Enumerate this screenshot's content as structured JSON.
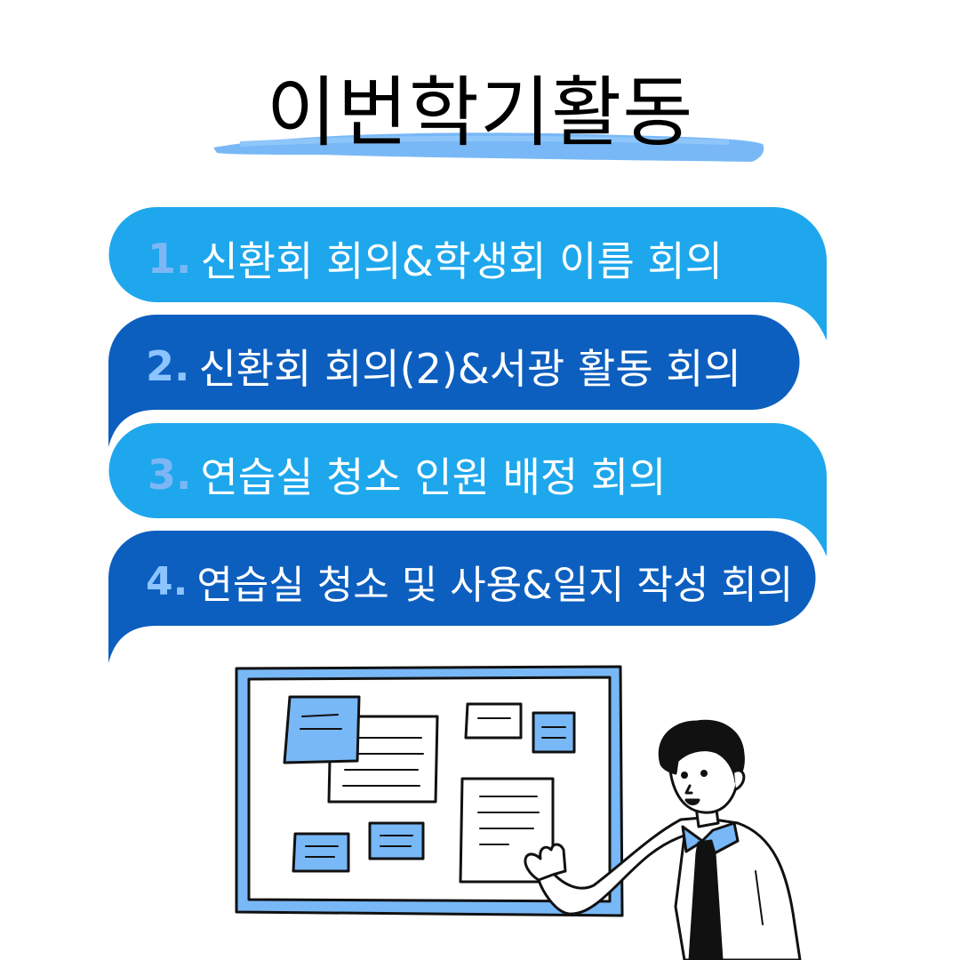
{
  "title": "이번학기활동",
  "items": [
    {
      "num": "1.",
      "text": "신환회 회의&학생회 이름 회의"
    },
    {
      "num": "2.",
      "text": "신환회 회의(2)&서광 활동 회의"
    },
    {
      "num": "3.",
      "text": "연습실 청소 인원 배정 회의"
    },
    {
      "num": "4.",
      "text": "연습실 청소 및 사용&일지 작성 회의"
    }
  ],
  "colors": {
    "light_blue": "#1ea7ec",
    "dark_blue": "#0d5fbf",
    "brush": "#78b8f7",
    "note_blue": "#78b8f7"
  },
  "illustration": "man-presenting-board"
}
